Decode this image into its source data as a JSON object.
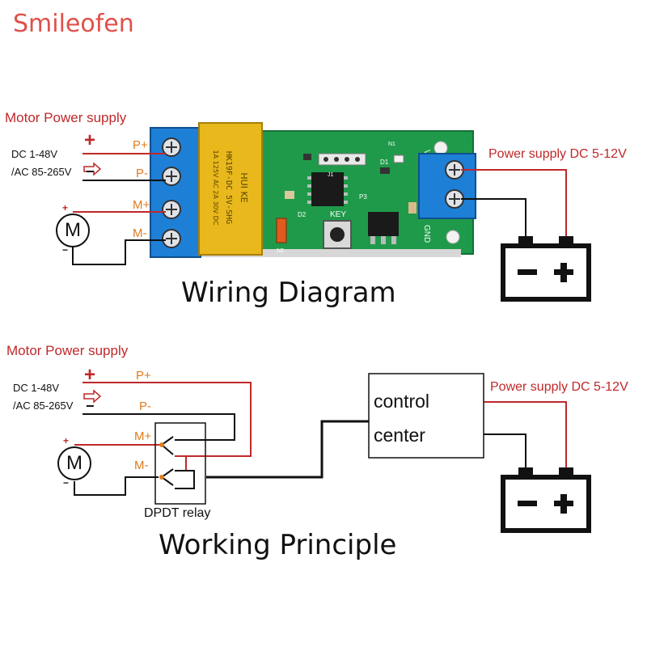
{
  "brand": "Smileofen",
  "top": {
    "title": "Wiring Diagram",
    "motor_supply": "Motor Power supply",
    "dc_range": "DC 1-48V",
    "ac_range": "/AC 85-265V",
    "p_plus": "P+",
    "p_minus": "P-",
    "m_plus": "M+",
    "m_minus": "M-",
    "motor": "M",
    "power_supply": "Power supply DC 5-12V",
    "plus_sign": "+",
    "minus_sign": "−",
    "board": {
      "relay_text": "HK19F-DC 5V-SHG",
      "relay_brand": "HUI KE",
      "relay_rating": "1A 125V AC  2A 30V DC",
      "key": "KEY",
      "vin": "VIN",
      "gnd": "GND",
      "d1": "D1",
      "d2": "D2",
      "n1": "N1",
      "n2": "N2",
      "p3": "P3",
      "j1": "J1"
    }
  },
  "bottom": {
    "title": "Working Principle",
    "motor_supply": "Motor Power supply",
    "dc_range": "DC 1-48V",
    "ac_range": "/AC 85-265V",
    "p_plus": "P+",
    "p_minus": "P-",
    "m_plus": "M+",
    "m_minus": "M-",
    "motor": "M",
    "relay": "DPDT relay",
    "control_line1": "control",
    "control_line2": "center",
    "power_supply": "Power supply DC 5-12V",
    "plus_sign": "+",
    "minus_sign": "−"
  },
  "colors": {
    "wire_red": "#c0282a",
    "wire_black": "#111111",
    "terminal_blue": "#1e7fd6",
    "pcb_green": "#1f9a4a",
    "relay_yellow": "#e8b81c",
    "label_orange": "#e07c1e",
    "brand": "#e0504a"
  }
}
